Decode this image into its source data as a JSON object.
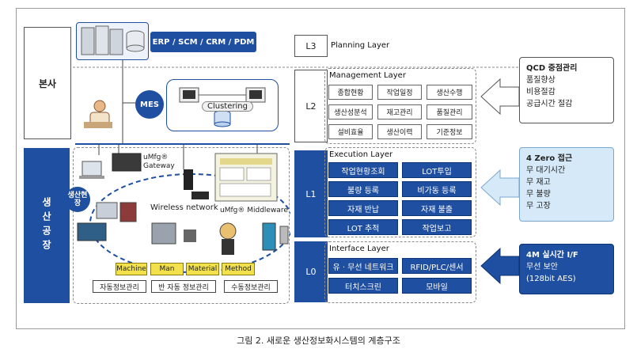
{
  "left_labels": {
    "hq": "본사",
    "factory": "생산공장"
  },
  "top_left": {
    "erp_label": "ERP / SCM / CRM / PDM",
    "mes_label": "MES",
    "clustering_label": "Clustering"
  },
  "shop_floor": {
    "badge": "생산현장",
    "gateway": "uMfg® Gateway",
    "wireless": "Wireless network",
    "middleware": "uMfg® Middleware",
    "four_m": [
      "Machine",
      "Man",
      "Material",
      "Method"
    ],
    "info": [
      "자동정보관리",
      "반 자동 정보관리",
      "수동정보관리"
    ]
  },
  "layers": {
    "l3": {
      "id": "L3",
      "title": "Planning Layer"
    },
    "l2": {
      "id": "L2",
      "title": "Management Layer",
      "items": [
        "종합현황",
        "작업일정",
        "생산수행",
        "생산성분석",
        "재고관리",
        "품질관리",
        "설비효율",
        "생산이력",
        "기준정보"
      ]
    },
    "l1": {
      "id": "L1",
      "title": "Execution Layer",
      "items": [
        "작업현황조회",
        "LOT투입",
        "불량 등록",
        "비가동 등록",
        "자재 반납",
        "자재 불출",
        "LOT 추적",
        "작업보고"
      ]
    },
    "l0": {
      "id": "L0",
      "title": "Interface Layer",
      "items": [
        "유 · 무선 네트워크",
        "RFID/PLC/센서",
        "터치스크린",
        "모바일"
      ]
    }
  },
  "right_panels": [
    {
      "title": "QCD 중점관리",
      "lines": [
        "품질향상",
        "비용절감",
        "공급시간 절감"
      ]
    },
    {
      "title": "4 Zero 접근",
      "lines": [
        "무 대기시간",
        "무 재고",
        "무 불량",
        "무 고장"
      ]
    },
    {
      "title": "4M 실시간 I/F",
      "lines": [
        "무선 보안",
        "(128bit AES)"
      ]
    }
  ],
  "colors": {
    "navy": "#1f4fa0",
    "panel_top": "#ffffff",
    "panel_mid": "#d6e9f8",
    "panel_bottom": "#1f4fa0",
    "yellow": "#f2e14a"
  },
  "caption": "그림 2. 새로운 생산정보화시스템의 계층구조"
}
